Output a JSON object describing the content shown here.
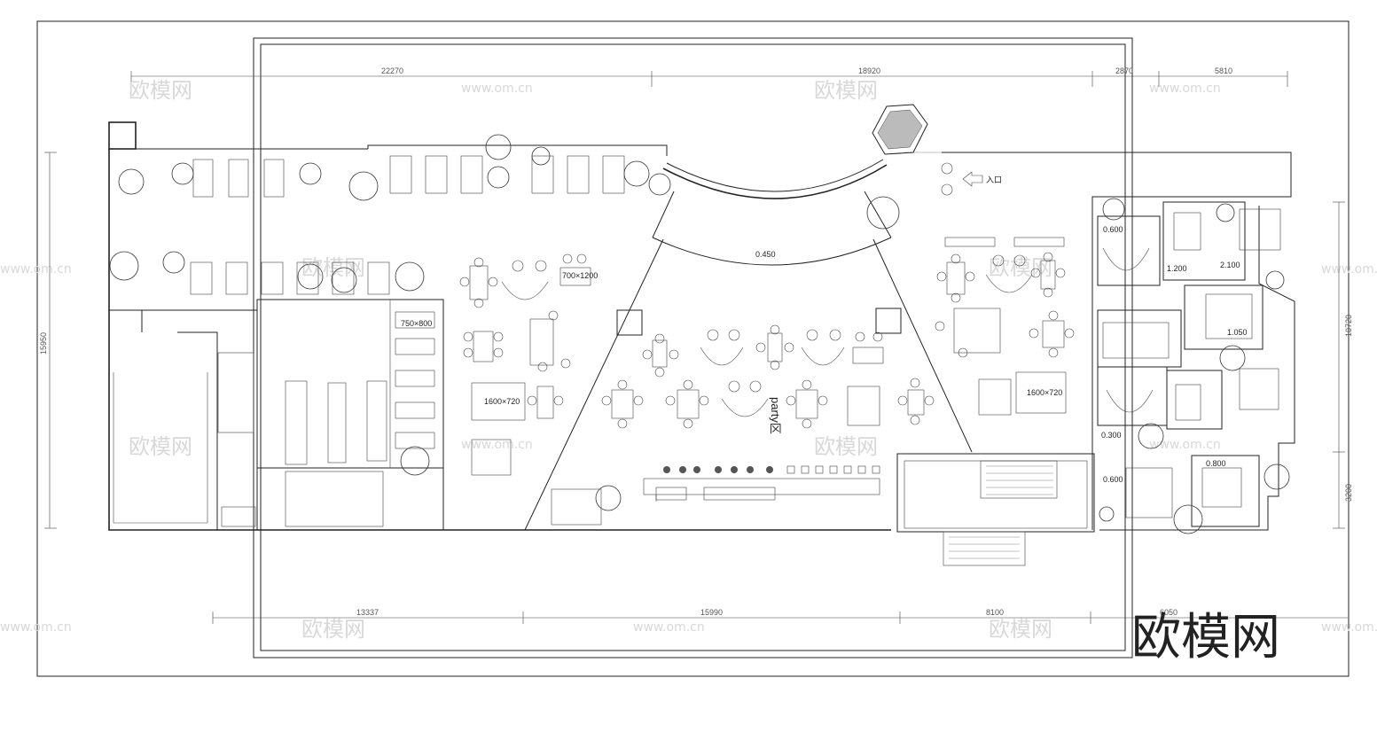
{
  "dimensions": {
    "top": [
      "22270",
      "18920",
      "2870",
      "5810"
    ],
    "bottom": [
      "13337",
      "15990",
      "8100",
      "6050"
    ],
    "left": [
      "15950"
    ],
    "right": [
      "10720",
      "3200"
    ]
  },
  "labels": {
    "party_zone": "party区",
    "entrance": "入口"
  },
  "table_labels": {
    "t1600x720": "1600×720",
    "t750x800": "750×800",
    "t700x1200": "700×1200"
  },
  "level_marks": {
    "l1": "0.450",
    "l2": "0.300",
    "l3": "0.600",
    "l4": "1.200",
    "l5": "2.100",
    "l6": "1.050",
    "l7": "0.800"
  },
  "watermarks": {
    "brand": "欧模网",
    "site": "www.om.cn"
  },
  "colors": {
    "line": "#222222",
    "watermark": "#d8d8d8"
  }
}
